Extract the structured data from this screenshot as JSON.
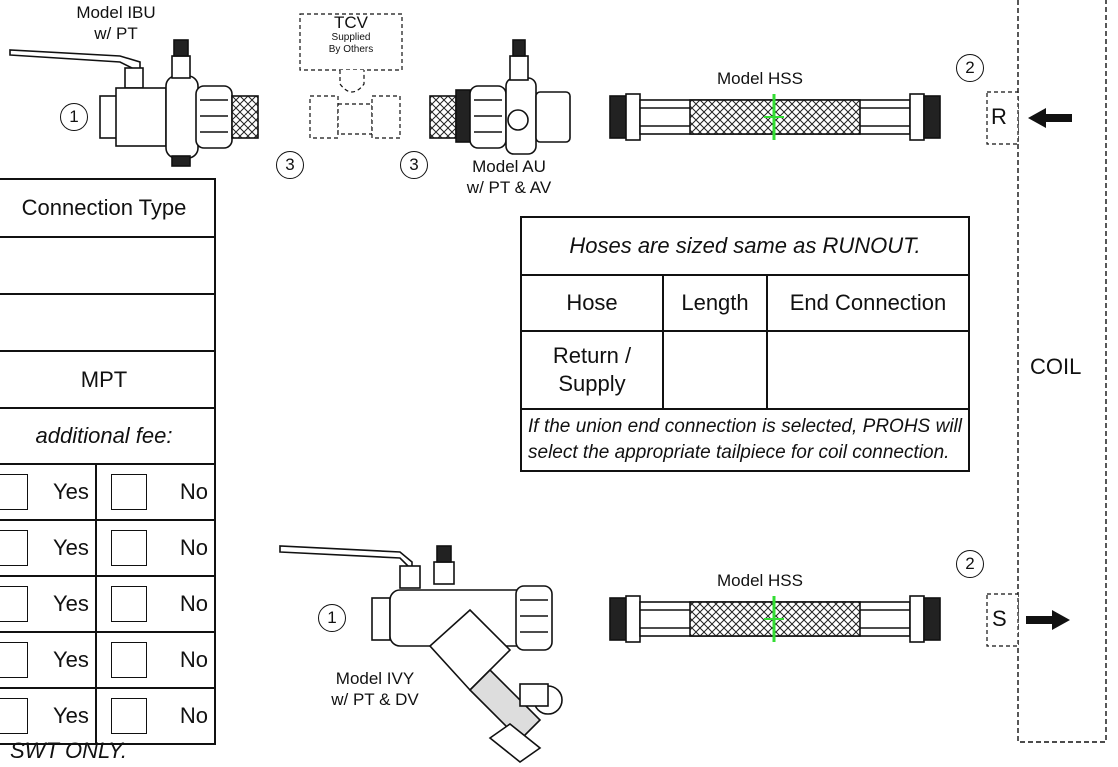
{
  "labels": {
    "ibu": "Model IBU",
    "ibu_sub": "w/ PT",
    "tcv": "TCV",
    "tcv_sub1": "Supplied",
    "tcv_sub2": "By Others",
    "au": "Model AU",
    "au_sub": "w/ PT & AV",
    "hss_top": "Model HSS",
    "hss_bottom": "Model HSS",
    "ivy": "Model IVY",
    "ivy_sub": "w/ PT & DV",
    "coil": "COIL",
    "return_port": "R",
    "supply_port": "S"
  },
  "callouts": {
    "ibu_num": "1",
    "tcv_left_num": "3",
    "tcv_right_num": "3",
    "hss_top_num": "2",
    "ivy_num": "1",
    "hss_bottom_num": "2"
  },
  "connection_table": {
    "header": "Connection Type",
    "row3": "MPT",
    "fee_note": "additional fee:",
    "options": [
      {
        "yes": "Yes",
        "no": "No"
      },
      {
        "yes": "Yes",
        "no": "No"
      },
      {
        "yes": "Yes",
        "no": "No"
      },
      {
        "yes": "Yes",
        "no": "No"
      },
      {
        "yes": "Yes",
        "no": "No"
      }
    ],
    "footnote": "SWT ONLY."
  },
  "hose_table": {
    "title": "Hoses are sized same as RUNOUT.",
    "headers": [
      "Hose",
      "Length",
      "End Connection"
    ],
    "row_label": "Return / Supply",
    "note": "If the union end connection is selected, PROHS will select the appropriate tailpiece for coil connection."
  },
  "colors": {
    "line": "#111111",
    "accent_marker": "#33dd33"
  }
}
